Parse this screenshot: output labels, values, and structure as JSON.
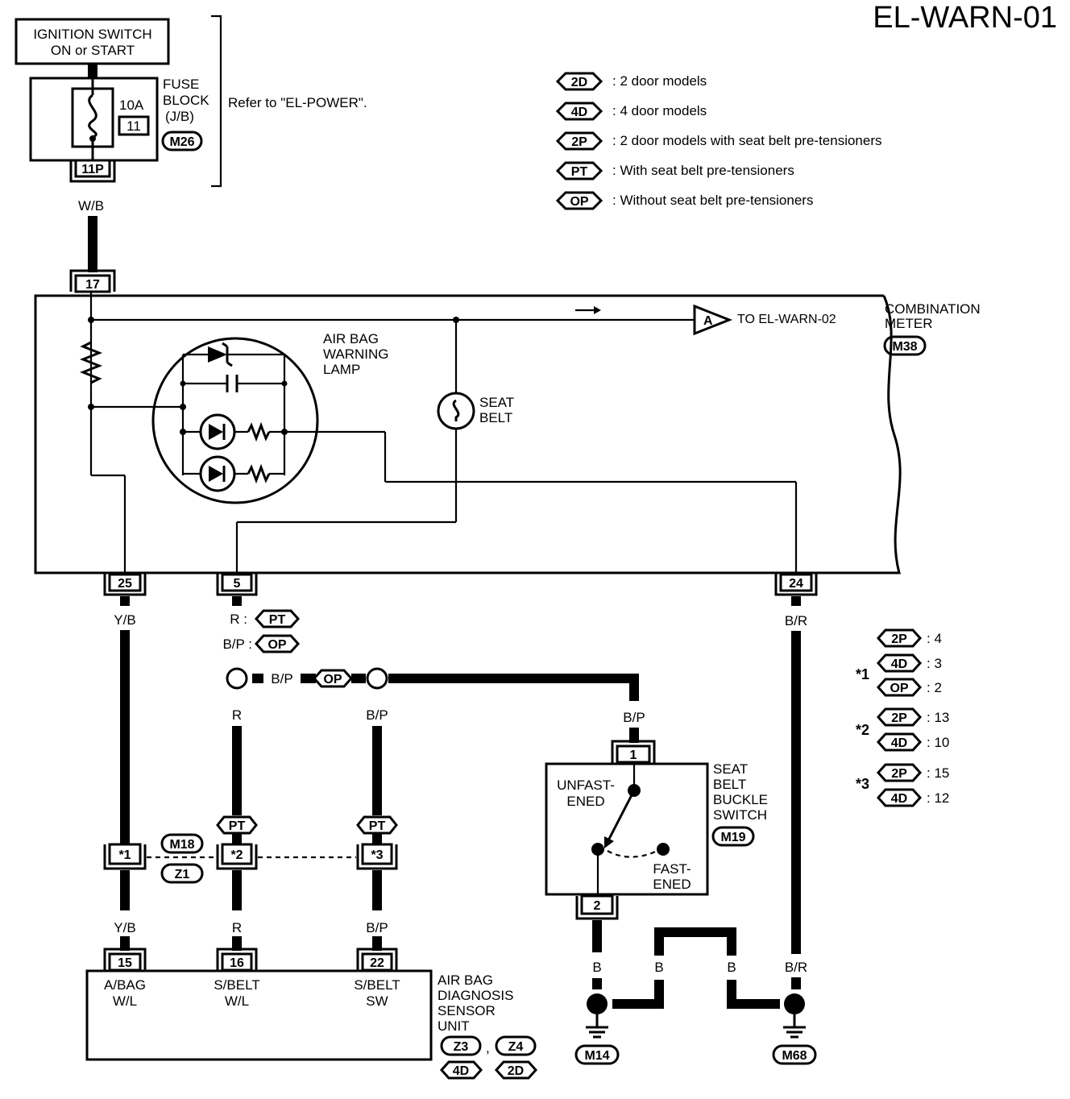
{
  "title": "EL-WARN-01",
  "legend": [
    {
      "code": "2D",
      "text": ": 2 door models"
    },
    {
      "code": "4D",
      "text": ": 4 door models"
    },
    {
      "code": "2P",
      "text": ": 2 door models with seat belt pre-tensioners"
    },
    {
      "code": "PT",
      "text": ": With seat belt pre-tensioners"
    },
    {
      "code": "OP",
      "text": ": Without seat belt pre-tensioners"
    }
  ],
  "ignition": {
    "line1": "IGNITION SWITCH",
    "line2": "ON or START"
  },
  "fuse": {
    "amp": "10A",
    "number": "11",
    "label1": "FUSE",
    "label2": "BLOCK",
    "label3": "(J/B)",
    "connector": "M26",
    "refer": "Refer to \"EL-POWER\".",
    "terminal": "11P"
  },
  "wires": {
    "wb": "W/B",
    "yb": "Y/B",
    "r_pt": "R :",
    "bp_op": "B/P :",
    "bp": "B/P",
    "r": "R",
    "br": "B/R",
    "b": "B"
  },
  "combo_meter": {
    "label1": "COMBINATION",
    "label2": "METER",
    "connector": "M38",
    "term_top": "17",
    "term_25": "25",
    "term_5": "5",
    "term_24": "24",
    "airbag1": "AIR BAG",
    "airbag2": "WARNING",
    "airbag3": "LAMP",
    "seat1": "SEAT",
    "seat2": "BELT",
    "to_a": "A",
    "to_text": "TO EL-WARN-02"
  },
  "codes": {
    "pt": "PT",
    "op": "OP",
    "2p": "2P",
    "4d": "4D",
    "2d": "2D"
  },
  "notes": {
    "n1": "*1",
    "n1_2p": ": 4",
    "n1_4d": ": 3",
    "n1_op": ": 2",
    "n2": "*2",
    "n2_2p": ": 13",
    "n2_4d": ": 10",
    "n3": "*3",
    "n3_2p": ": 15",
    "n3_4d": ": 12"
  },
  "joint": {
    "t1": "*1",
    "t2": "*2",
    "t3": "*3",
    "c1": "M18",
    "c2": "Z1"
  },
  "buckle": {
    "label1": "SEAT",
    "label2": "BELT",
    "label3": "BUCKLE",
    "label4": "SWITCH",
    "connector": "M19",
    "term1": "1",
    "term2": "2",
    "unf1": "UNFAST-",
    "unf2": "ENED",
    "fas1": "FAST-",
    "fas2": "ENED"
  },
  "diag_unit": {
    "term15": "15",
    "term16": "16",
    "term22": "22",
    "l1a": "A/BAG",
    "l1b": "W/L",
    "l2a": "S/BELT",
    "l2b": "W/L",
    "l3a": "S/BELT",
    "l3b": "SW",
    "name1": "AIR BAG",
    "name2": "DIAGNOSIS",
    "name3": "SENSOR",
    "name4": "UNIT",
    "conn1": "Z3",
    "comma": ",",
    "conn2": "Z4"
  },
  "grounds": {
    "g1": "M14",
    "g2": "M68"
  }
}
